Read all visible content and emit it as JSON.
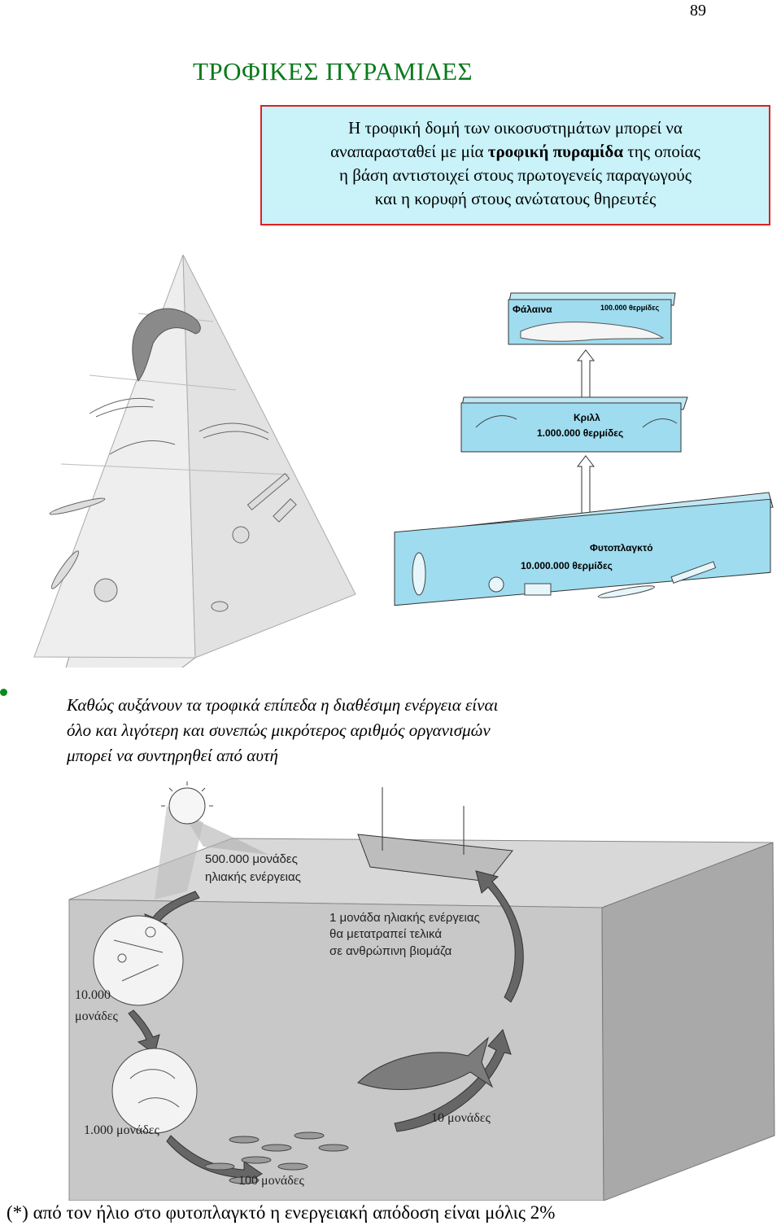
{
  "page_number": "89",
  "title": "ΤΡΟΦΙΚΕΣ  ΠΥΡΑΜΙΔΕΣ",
  "info_box": {
    "line1": "Η τροφική δομή των οικοσυστημάτων μπορεί να",
    "line2_pre": "αναπαρασταθεί με μία ",
    "line2_bold": "τροφική πυραμίδα",
    "line2_post": " της οποίας",
    "line3": "η βάση αντιστοιχεί στους πρωτογενείς παραγωγούς",
    "line4": "και η κορυφή στους ανώτατους θηρευτές"
  },
  "energy_levels": {
    "whale": {
      "name": "Φάλαινα",
      "calories": "100.000 θερμίδες"
    },
    "krill": {
      "name": "Κριλλ",
      "calories": "1.000.000 θερμίδες"
    },
    "phytoplankton": {
      "name": "Φυτοπλαγκτό",
      "calories": "10.000.000 θερμίδες"
    }
  },
  "statement": {
    "line1": "Καθώς αυξάνουν τα τροφικά επίπεδα η διαθέσιμη ενέργεια είναι",
    "line2": "όλο και λιγότερη και συνεπώς μικρότερος αριθμός οργανισμών",
    "line3": "μπορεί να συντηρηθεί από αυτή"
  },
  "energy_flow": {
    "sun_line1": "500.000 μονάδες",
    "sun_line2": "ηλιακής ενέργειας",
    "phyto_line1": "10.000",
    "phyto_line2": "μονάδες",
    "zoo_label": "1.000 μονάδες",
    "small_fish_label": "100 μονάδες",
    "tuna_label": "10 μονάδες",
    "human_line1": "1 μονάδα ηλιακής ενέργειας",
    "human_line2": "θα μετατραπεί τελικά",
    "human_line3": "σε ανθρώπινη βιομάζα"
  },
  "footnote": "(*)   από τον ήλιο στο φυτοπλαγκτό η ενεργειακή απόδοση είναι μόλις 2%"
}
